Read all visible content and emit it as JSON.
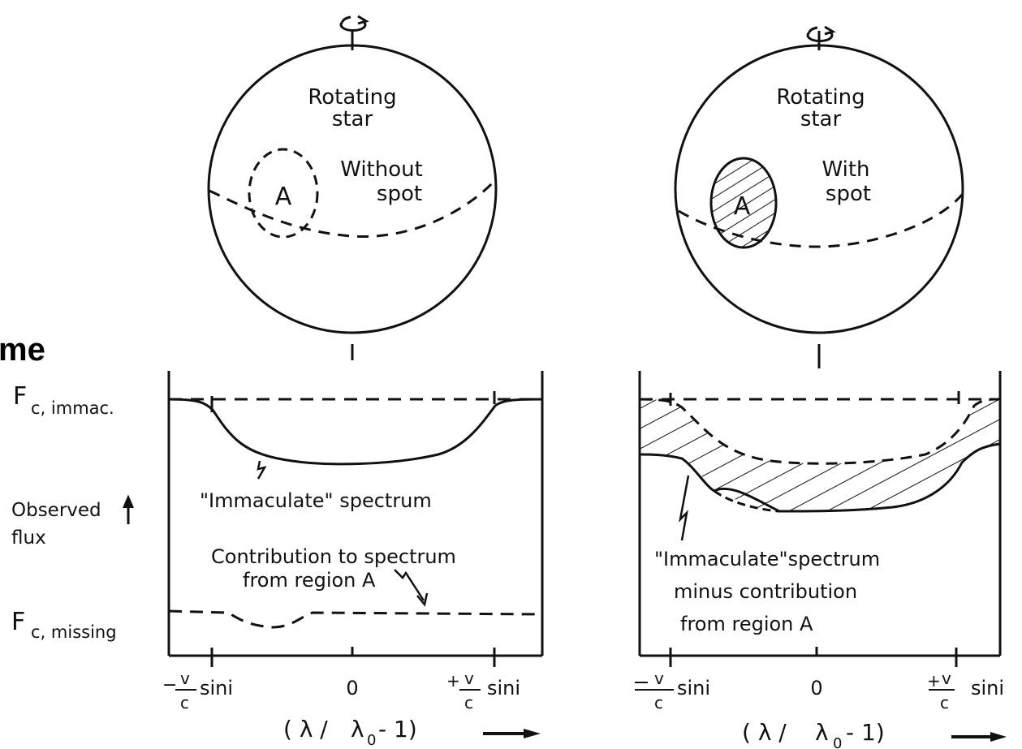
{
  "left_fragment": "me",
  "left_star": {
    "line1": "Rotating",
    "line2": "star",
    "status1": "Without",
    "status2": "spot",
    "region": "A"
  },
  "right_star": {
    "line1": "Rotating",
    "line2": "star",
    "status1": "With",
    "status2": "spot",
    "region": "A"
  },
  "y_axis": {
    "fc_immac_main": "F",
    "fc_immac_sub": "c, immac.",
    "observed": "Observed",
    "flux": "flux",
    "fc_missing_main": "F",
    "fc_missing_sub": "c, missing"
  },
  "left_panel": {
    "immaculate_label": "\"Immaculate\" spectrum",
    "contribution_line1": "Contribution  to  spectrum",
    "contribution_line2": "from  region  A"
  },
  "right_panel": {
    "line1": "\"Immaculate\"spectrum",
    "line2": "minus  contribution",
    "line3": "from  region  A"
  },
  "ticks": {
    "minus": "−",
    "plus": "+",
    "v": "v",
    "c": "c",
    "sini": "sini",
    "zero": "0"
  },
  "x_axis": {
    "open": "( λ /",
    "lambda0": "λ",
    "sub0": "0",
    "tail": "- 1)"
  }
}
